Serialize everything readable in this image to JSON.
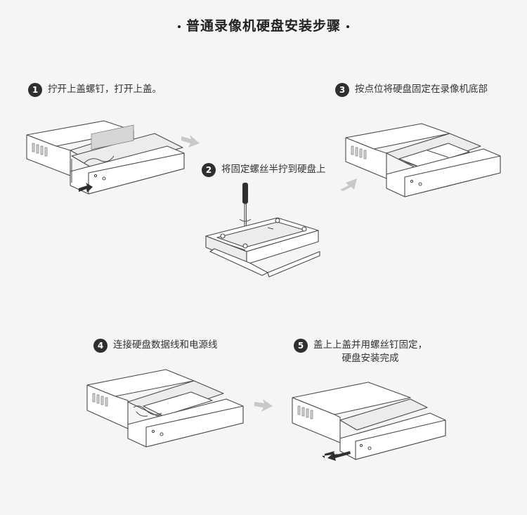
{
  "title": "普通录像机硬盘安装步骤",
  "steps": [
    {
      "num": "1",
      "text": "拧开上盖螺钉，打开上盖。"
    },
    {
      "num": "2",
      "text": "将固定螺丝半拧到硬盘上"
    },
    {
      "num": "3",
      "text": "按点位将硬盘固定在录像机底部"
    },
    {
      "num": "4",
      "text": "连接硬盘数据线和电源线"
    },
    {
      "num": "5",
      "text_line1": "盖上上盖并用螺丝钉固定，",
      "text_line2": "硬盘安装完成"
    }
  ],
  "colors": {
    "badge": "#2f2f2f",
    "arrow_gray": "#c8c8c8",
    "line": "#4a4a4a",
    "background": "#f5f5f5"
  },
  "icons": [
    "dot-icon",
    "screwdriver-icon",
    "direction-arrow-icon"
  ]
}
